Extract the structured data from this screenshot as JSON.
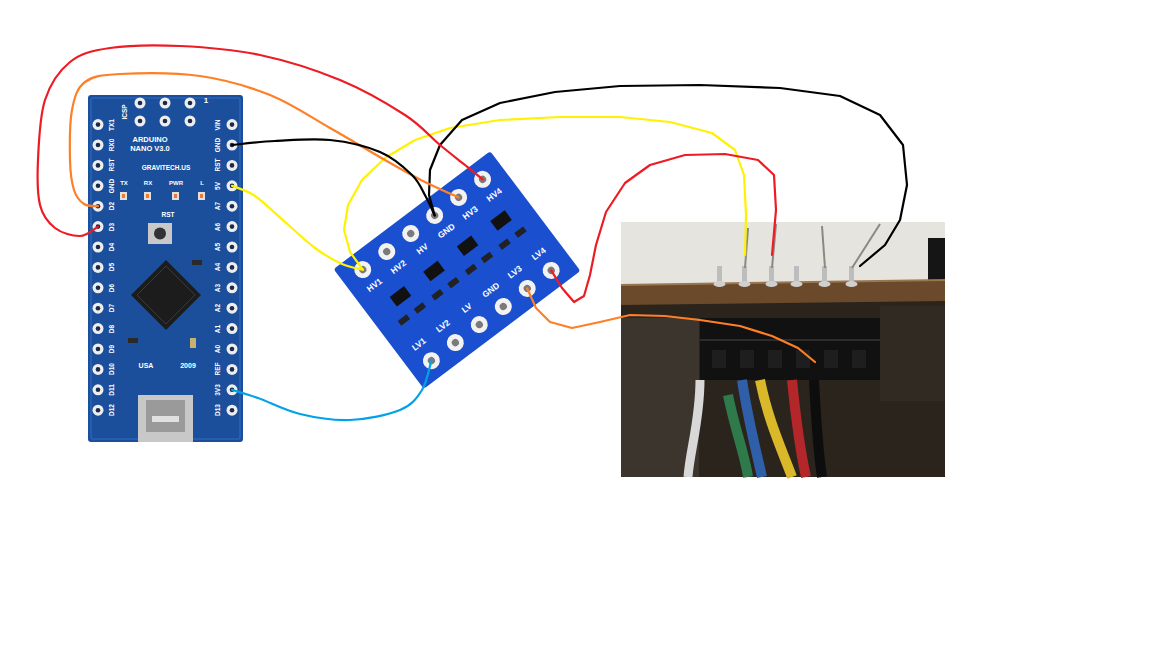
{
  "diagram": {
    "nodes": [
      {
        "text": [
          "ARDUINO NANO V3.0",
          "GRAVITECH.US",
          "TX",
          "RX",
          "PWR",
          "L",
          "RST",
          "USA",
          "2009",
          "1"
        ]
      },
      {
        "text": [
          "HV1",
          "HV2",
          "HV",
          "GND",
          "HV3",
          "HV4",
          "LV1",
          "LV2",
          "LV",
          "GND",
          "LV3",
          "LV4"
        ]
      }
    ],
    "edges": [
      {
        "from": 0,
        "to": 1,
        "arrow": "none"
      },
      {
        "from": 0,
        "to": 1,
        "arrow": "none"
      },
      {
        "from": 0,
        "to": 1,
        "arrow": "none"
      },
      {
        "from": 0,
        "to": 1,
        "arrow": "none"
      },
      {
        "from": 0,
        "to": 1,
        "arrow": "none"
      }
    ],
    "labels": [
      "TX1",
      "RX0",
      "RST",
      "GND",
      "D2",
      "D3",
      "D4",
      "D5",
      "D6",
      "D7",
      "D8",
      "D9",
      "D10",
      "D11",
      "D12",
      "VIN",
      "GND",
      "RST",
      "5V",
      "A7",
      "A6",
      "A5",
      "A4",
      "A3",
      "A2",
      "A1",
      "A0",
      "REF",
      "3V3",
      "D13",
      "ICSP"
    ]
  }
}
